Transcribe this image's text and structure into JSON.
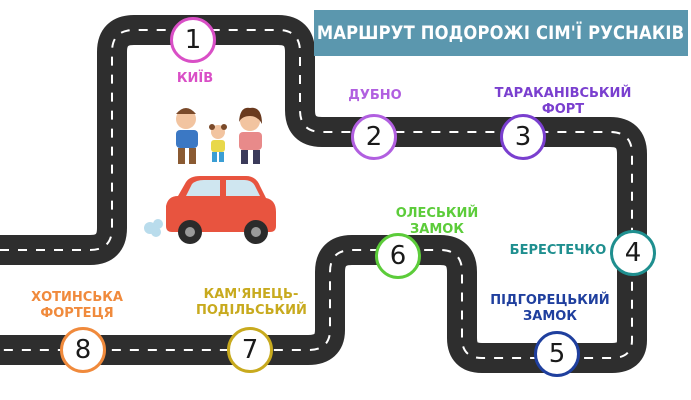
{
  "title": "МАРШРУТ ПОДОРОЖІ СІМ'Ї РУСНАКІВ",
  "stops": [
    {
      "number": "1",
      "label_lines": [
        "КИЇВ"
      ],
      "color": "#d94fc6"
    },
    {
      "number": "2",
      "label_lines": [
        "ДУБНО"
      ],
      "color": "#b15fe0"
    },
    {
      "number": "3",
      "label_lines": [
        "ТАРАКАНІВСЬКИЙ",
        "ФОРТ"
      ],
      "color": "#7a3fcf"
    },
    {
      "number": "4",
      "label_lines": [
        "БЕРЕСТЕЧКО"
      ],
      "color": "#1f8f8f"
    },
    {
      "number": "5",
      "label_lines": [
        "ПІДГОРЕЦЬКИЙ",
        "ЗАМОК"
      ],
      "color": "#1f3f9e"
    },
    {
      "number": "6",
      "label_lines": [
        "ОЛЕСЬКИЙ",
        "ЗАМОК"
      ],
      "color": "#5ccc3a"
    },
    {
      "number": "7",
      "label_lines": [
        "КАМ'ЯНЕЦЬ-",
        "ПОДІЛЬСЬКИЙ"
      ],
      "color": "#c8aa1e"
    },
    {
      "number": "8",
      "label_lines": [
        "ХОТИНСЬКА",
        "ФОРТЕЦЯ"
      ],
      "color": "#f08a3c"
    }
  ],
  "colors": {
    "road": "#2e2e2e",
    "road_marking": "#ffffff",
    "title_background": "#5b97ae",
    "title_text": "#ffffff",
    "car_body": "#e8543f",
    "car_window": "#cfe6f0",
    "tire": "#2b2b2b"
  },
  "icons": [
    "family-illustration",
    "car-illustration"
  ]
}
